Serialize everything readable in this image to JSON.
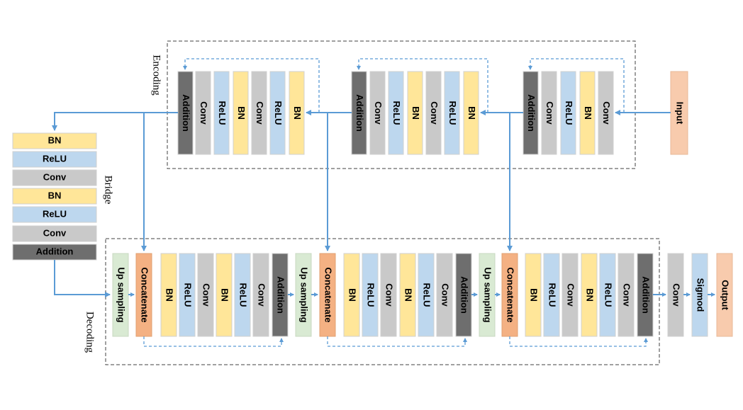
{
  "colors": {
    "bn": "#FFE699",
    "relu": "#BDD7EE",
    "conv": "#C9C9C9",
    "addition": "#6E6E6E",
    "input_output": "#F8CBAD",
    "concatenate": "#F4B183",
    "upsampling": "#D9EAD3",
    "arrow": "#5B9BD5",
    "box_border": "#404040"
  },
  "section_labels": {
    "encoding": "Encoding",
    "bridge": "Bridge",
    "decoding": "Decoding"
  },
  "encoder": {
    "input_label": "Input",
    "stage1": [
      "Addition",
      "Conv",
      "ReLU",
      "BN",
      "Conv"
    ],
    "stage2": [
      "Addition",
      "Conv",
      "ReLU",
      "BN",
      "Conv",
      "ReLU",
      "BN"
    ],
    "stage3": [
      "Addition",
      "Conv",
      "ReLU",
      "BN",
      "Conv",
      "ReLU",
      "BN"
    ]
  },
  "bridge": {
    "blocks": [
      "BN",
      "ReLU",
      "Conv",
      "BN",
      "ReLU",
      "Conv",
      "Addition"
    ]
  },
  "decoder": {
    "stage1": [
      "Up sampling",
      "Concatenate",
      "BN",
      "ReLU",
      "Conv",
      "BN",
      "ReLU",
      "Conv",
      "Addition"
    ],
    "stage2": [
      "Up sampling",
      "Concatenate",
      "BN",
      "ReLU",
      "Conv",
      "BN",
      "ReLU",
      "Conv",
      "Addition"
    ],
    "stage3": [
      "Up sampling",
      "Concatenate",
      "BN",
      "ReLU",
      "Conv",
      "BN",
      "ReLU",
      "Conv",
      "Addition"
    ],
    "head": [
      "Conv",
      "Sigmod"
    ],
    "output_label": "Output"
  }
}
